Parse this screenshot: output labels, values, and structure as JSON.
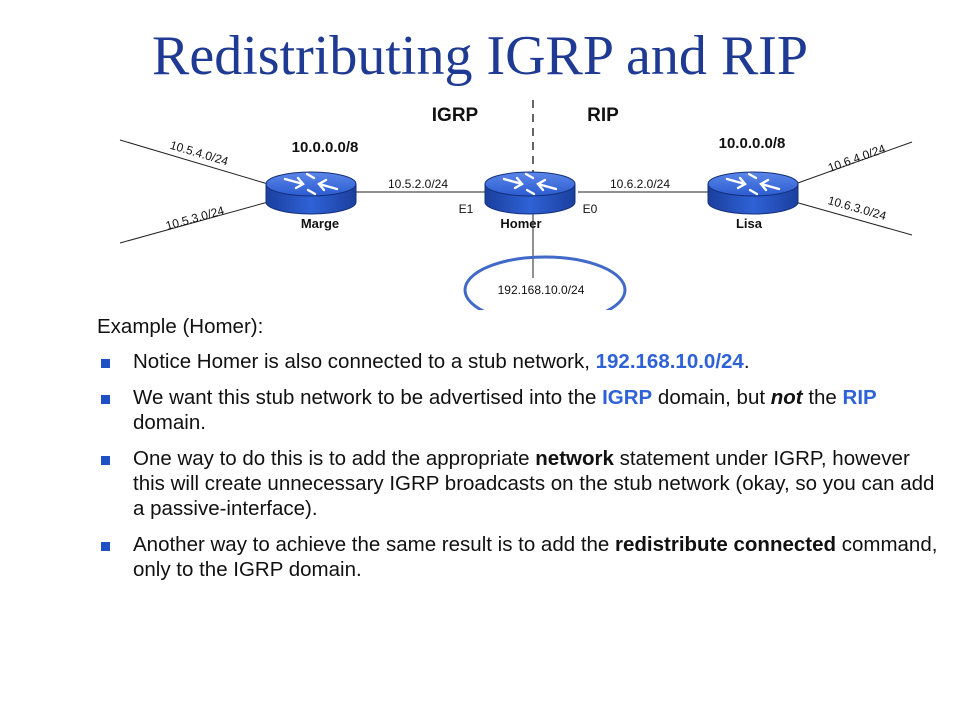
{
  "title": "Redistributing IGRP and RIP",
  "diagram": {
    "domain_left": "IGRP",
    "domain_right": "RIP",
    "routers": {
      "marge": "Marge",
      "homer": "Homer",
      "lisa": "Lisa"
    },
    "major_net_left": "10.0.0.0/8",
    "major_net_right": "10.0.0.0/8",
    "link_marge_homer": "10.5.2.0/24",
    "link_homer_lisa": "10.6.2.0/24",
    "iface_e1": "E1",
    "iface_e0": "E0",
    "marge_net_upper": "10.5.4.0/24",
    "marge_net_lower": "10.5.3.0/24",
    "lisa_net_upper": "10.6.4.0/24",
    "lisa_net_lower": "10.6.3.0/24",
    "stub_net": "192.168.10.0/24",
    "colors": {
      "router_fill": "#2b5bd1",
      "circle": "#4169c8",
      "title": "#1f3a93",
      "highlight": "#2f62d6"
    }
  },
  "content": {
    "intro": "Example (Homer):",
    "b1": {
      "before": "Notice Homer is also connected to a stub network, ",
      "ip": "192.168.10.0/24",
      "after": "."
    },
    "b2": {
      "t1": "We want this stub network to be advertised into the ",
      "igrp": "IGRP",
      "t2": " domain, but ",
      "not": "not",
      "t3": " the ",
      "rip": "RIP",
      "t4": " domain."
    },
    "b3": {
      "t1": "One way to do this is to add the appropriate ",
      "kw": "network",
      "t2": " statement under IGRP, however this will create unnecessary IGRP broadcasts on the stub network (okay, so you can add a passive-interface)."
    },
    "b4": {
      "t1": "Another way to achieve the same result is to add the ",
      "kw": "redistribute connected",
      "t2": " command, only to the IGRP domain."
    }
  }
}
